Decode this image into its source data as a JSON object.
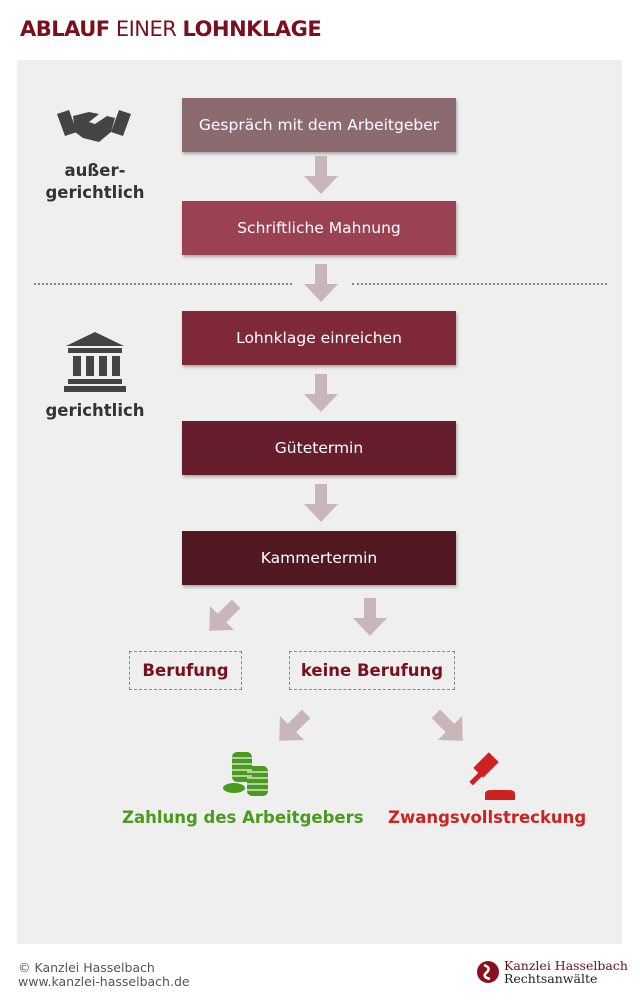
{
  "title": {
    "part1": "ABLAUF",
    "part2": " EINER ",
    "part3": "LOHNKLAGE"
  },
  "sections": {
    "extrajudicial": "außer-\ngerichtlich",
    "judicial": "gerichtlich"
  },
  "steps": [
    {
      "label": "Gespräch mit dem Arbeitgeber",
      "color": "#8b6a70"
    },
    {
      "label": "Schriftliche Mahnung",
      "color": "#9a4252"
    },
    {
      "label": "Lohnklage einreichen",
      "color": "#7e2838"
    },
    {
      "label": "Gütetermin",
      "color": "#661d2c"
    },
    {
      "label": "Kammertermin",
      "color": "#511822"
    }
  ],
  "branches": {
    "appeal": "Berufung",
    "no_appeal": "keine Berufung"
  },
  "outcomes": {
    "payment": {
      "label": "Zahlung des Arbeitgebers",
      "color": "#4a9a1e"
    },
    "enforcement": {
      "label": "Zwangsvollstreckung",
      "color": "#cc2222"
    }
  },
  "footer": {
    "copyright": "© Kanzlei Hasselbach",
    "url": "www.kanzlei-hasselbach.de",
    "logo_line1": "Kanzlei Hasselbach",
    "logo_line2": "Rechtsanwälte"
  },
  "colors": {
    "arrow": "#c8b6b9",
    "title": "#7a0f1e"
  }
}
